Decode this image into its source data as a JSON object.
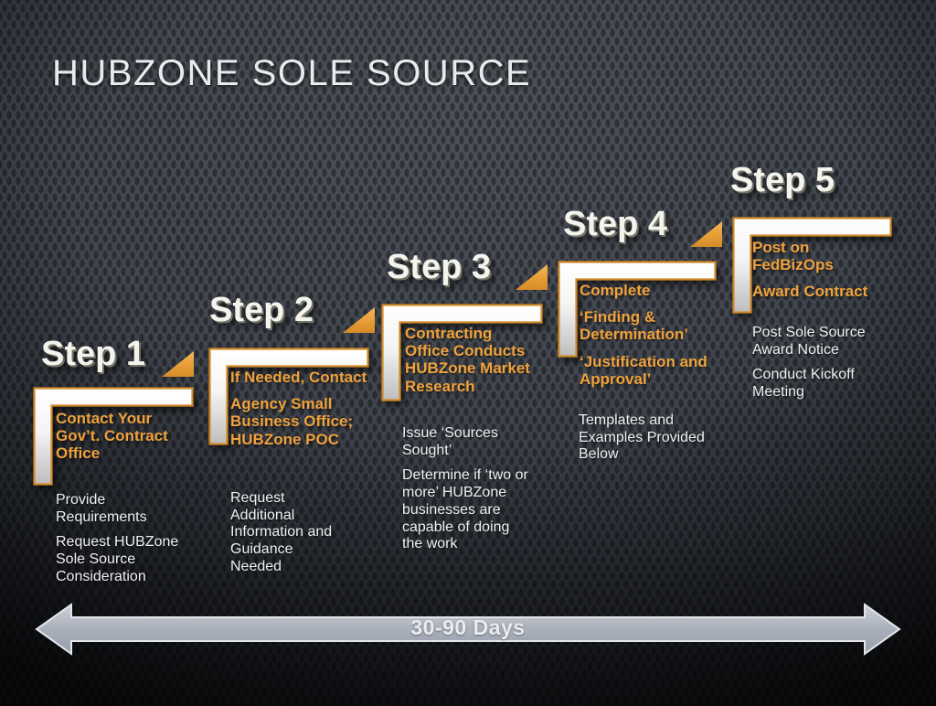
{
  "title": "HUBZONE SOLE SOURCE",
  "timeline": {
    "label": "30-90 Days"
  },
  "colors": {
    "accent_orange": "#EFA23C",
    "bracket_outline_orange": "#D28A28",
    "arrow_gray": "#A9AFBA",
    "background_gray": "#3C4046",
    "title_white": "#E9EAEC",
    "step_title_cream": "#F4F4EC"
  },
  "steps": [
    {
      "label": "Step 1",
      "highlights": [
        "Contact Your Gov’t. Contract Office"
      ],
      "details": [
        "Provide Requirements",
        "Request HUBZone Sole Source Consideration"
      ]
    },
    {
      "label": "Step 2",
      "highlights": [
        "If Needed, Contact",
        "Agency Small Business Office; HUBZone POC"
      ],
      "details": [
        "Request Additional Information and Guidance Needed"
      ]
    },
    {
      "label": "Step 3",
      "highlights": [
        "Contracting Office Conducts HUBZone Market Research"
      ],
      "details": [
        "Issue ‘Sources Sought’",
        "Determine if ‘two or more’ HUBZone businesses are capable of doing the work"
      ]
    },
    {
      "label": "Step 4",
      "highlights": [
        "Complete",
        "‘Finding & Determination’",
        "‘Justification and Approval’"
      ],
      "details": [
        "Templates and Examples Provided Below"
      ]
    },
    {
      "label": "Step 5",
      "highlights": [
        "Post on FedBizOps",
        "Award Contract"
      ],
      "details": [
        "Post Sole Source Award Notice",
        "Conduct Kickoff Meeting"
      ]
    }
  ]
}
